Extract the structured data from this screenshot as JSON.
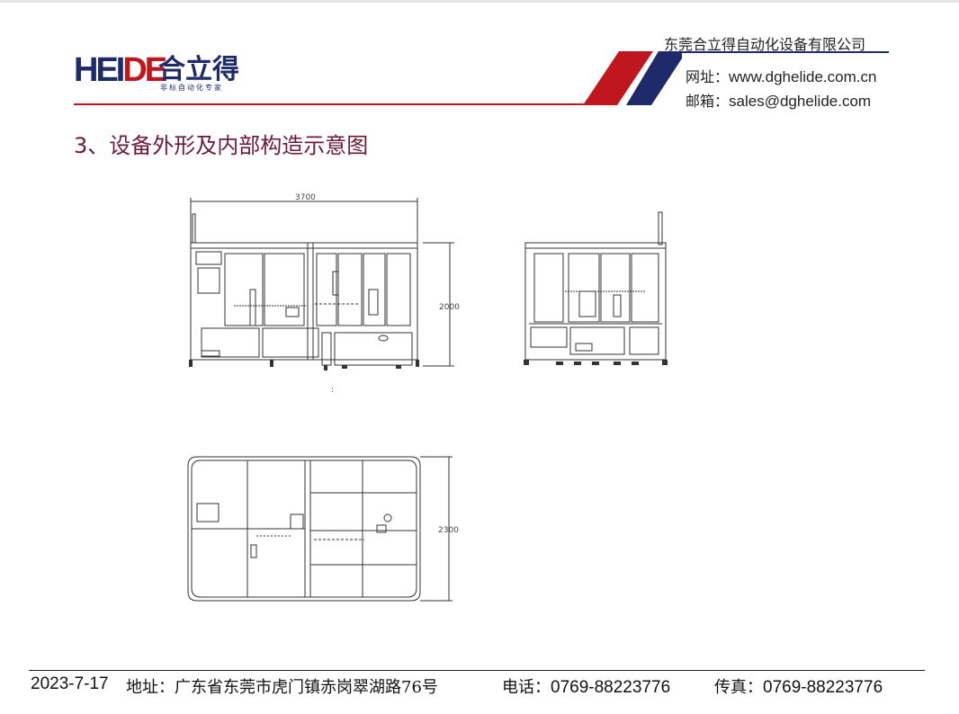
{
  "header": {
    "logo_mark_left": "HEI",
    "logo_mark_right": "DE",
    "logo_cn": "合立得",
    "logo_sub": "非标自动化专家",
    "company": "东莞合立得自动化设备有限公司",
    "web_label": "网址：",
    "web_value": "www.dghelide.com.cn",
    "mail_label": "邮箱：",
    "mail_value": "sales@dghelide.com"
  },
  "section": {
    "title": "3、设备外形及内部构造示意图"
  },
  "drawings": {
    "front_width_label": "3700",
    "front_height_label": "2000",
    "top_depth_label": "2300",
    "marker": ":"
  },
  "footer": {
    "date": "2023-7-17",
    "address_label": "地址：",
    "address": "广东省东莞市虎门镇赤岗翠湖路76号",
    "tel_label": "电话：",
    "tel": "0769-88223776",
    "fax_label": "传真：",
    "fax": "0769-88223776"
  },
  "colors": {
    "brand_red": "#c0161d",
    "brand_blue": "#1f2a6b",
    "title": "#6b1a3a"
  },
  "icons": [
    "helide-logo",
    "stripe-decoration"
  ]
}
